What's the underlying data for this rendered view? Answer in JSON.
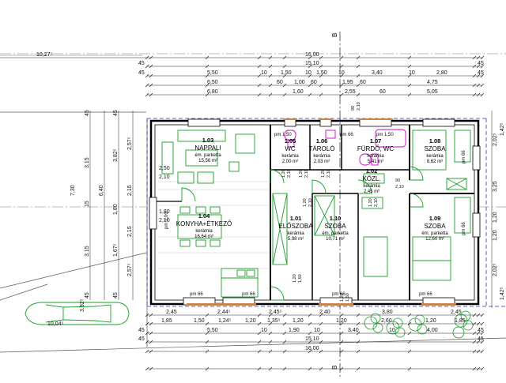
{
  "dims": {
    "row1": [
      "10,27⁵",
      "16,00"
    ],
    "row2": [
      "45",
      "15,10",
      "45"
    ],
    "row3": [
      "45",
      "5,50",
      "10",
      "1,50",
      "10",
      "1,50",
      "10",
      "3,40",
      "10",
      "2,80",
      "45"
    ],
    "row4": [
      "6,50",
      "60",
      "1,00",
      "60",
      "1,95",
      "60",
      "4,75"
    ],
    "row5": [
      "6,80",
      "1,60",
      "2,55",
      "60",
      "5,05"
    ],
    "bottom1": [
      "2,45",
      "2,44⁵",
      "2,45⁵",
      "2,40",
      "3,80",
      "2,45"
    ],
    "bottom2": [
      "1,85",
      "1,50",
      "1,24⁵",
      "1,20",
      "1,35⁵",
      "1,20",
      "1,20",
      "2,60",
      "1,20",
      "1,85"
    ],
    "bottom3": [
      "45",
      "5,50",
      "10",
      "1,90",
      "10",
      "3,40",
      "10",
      "4,00",
      "45"
    ],
    "bottom4": [
      "45",
      "15,10",
      "45"
    ],
    "bottom5": [
      "16,00"
    ],
    "left_outer": [
      "45",
      "3,15",
      "15",
      "3,15",
      "45"
    ],
    "left_mid": [
      "6,40",
      "7,30"
    ],
    "left_inner": [
      "45",
      "2,57⁵",
      "3,82⁵",
      "2,15",
      "1,80",
      "2,15",
      "1,67⁵",
      "2,57⁵",
      "45"
    ],
    "right_side": [
      "1,42⁵",
      "2,02⁵",
      "3,25",
      "1,20",
      "1,20",
      "2,02⁵",
      "1,42⁵"
    ],
    "misc": [
      "2,50",
      "2,10",
      "1,80",
      "2,10",
      "10,04⁵",
      "3,92⁵"
    ]
  },
  "axis_labels": [
    "B",
    "B"
  ],
  "rooms": [
    {
      "num": "1.03",
      "name": "NAPPALI",
      "floor": "ém. parketta",
      "area": "15,56 m²"
    },
    {
      "num": "1.04",
      "name": "KONYHA+ÉTKEZŐ",
      "floor": "kerámia",
      "area": "16,64 m²"
    },
    {
      "num": "1.05",
      "name": "WC",
      "floor": "kerámia",
      "area": "2,00 m²"
    },
    {
      "num": "1.06",
      "name": "TÁROLÓ",
      "floor": "kerámia",
      "area": "2,03 m²"
    },
    {
      "num": "1.07",
      "name": "FÜRDŐ, WC",
      "floor": "kerámia",
      "area": "5,41 m²"
    },
    {
      "num": "1.08",
      "name": "SZOBA",
      "floor": "kerámia",
      "area": "8,62 m²"
    },
    {
      "num": "1.02",
      "name": "KÖZL.",
      "floor": "kerámia",
      "area": "2,45 m²"
    },
    {
      "num": "1.01",
      "name": "ELŐSZOBA",
      "floor": "kerámia",
      "area": "5,98 m²"
    },
    {
      "num": "1.10",
      "name": "SZOBA",
      "floor": "ém. parketta",
      "area": "10,71 m²"
    },
    {
      "num": "1.09",
      "name": "SZOBA",
      "floor": "ém. parketta",
      "area": "12,60 m²"
    }
  ],
  "pm_labels": [
    "pm 1,50",
    "pm 1,50",
    "pm 66",
    "pm 66",
    "pm 66",
    "pm 66",
    "pm 66",
    "pm 66",
    "pm 66",
    "pm 1,00"
  ],
  "openings": [
    "1,20",
    "2,10",
    "1,20",
    "2,10",
    "1,20",
    "2,10",
    "1,20",
    "2,10",
    "1,20",
    "2,10",
    "90",
    "2,10",
    "90",
    "2,10",
    "1,20",
    "1,50",
    "1,20",
    "1,50"
  ],
  "colors": {
    "line": "#000000",
    "dim": "#222222",
    "furniture": "#1a9e2a",
    "sanitary": "#cc00cc",
    "property": "#3333aa"
  }
}
